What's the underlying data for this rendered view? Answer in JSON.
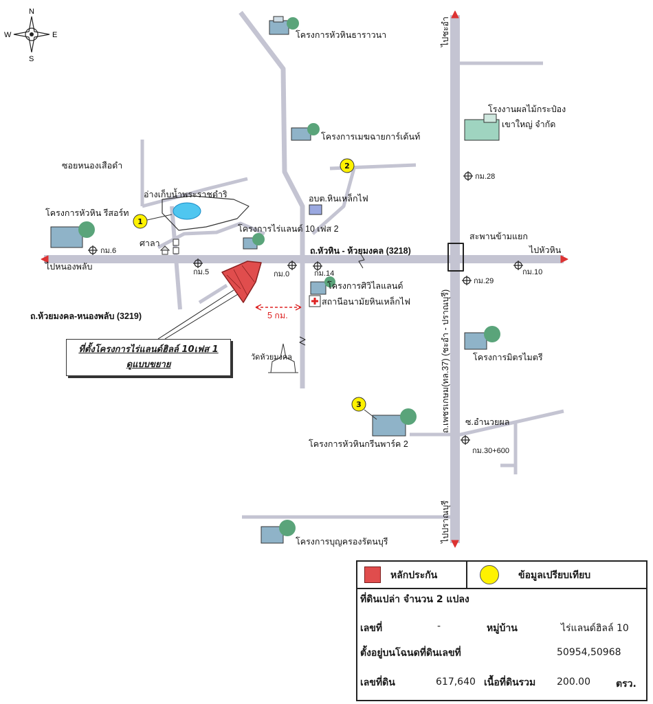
{
  "compass": {
    "n": "N",
    "s": "S",
    "e": "E",
    "w": "W"
  },
  "roads": {
    "main_road": "ถ.หัวหิน - ห้วยมงคล (3218)",
    "secondary_road": "ถ.ห้วยมงคล-หนองพลับ (3219)",
    "highway": "ถ.เพชรเกษม(ทล.37) (ชะอำ - ปราณบุรี)",
    "soi_nongsuea": "ซอยหนองเสือดำ",
    "soi_amnuayphon": "ซ.อำนวยผล"
  },
  "directions": {
    "to_nongphlap": "ไปหนองพลับ",
    "to_huahin": "ไปหัวหิน",
    "to_chaam": "ไปชะอำ",
    "to_pranburi": "ไปปราณบุรี"
  },
  "km_markers": {
    "km0": "กม.0",
    "km5": "กม.5",
    "km6": "กม.6",
    "km10": "กม.10",
    "km14": "กม.14",
    "km28": "กม.28",
    "km29": "กม.29",
    "km30": "กม.30+600"
  },
  "places": {
    "huahin_tharawana": "โครงการหัวหินธาราวนา",
    "mayfair": "โครงการเมฆฉายการ์เด้นท์",
    "cannery_line1": "โรงงานผลไม้กระป๋อง",
    "cannery_line2": "เขาใหญ่ จำกัด",
    "reservoir": "อ่างเก็บน้ำพระราชดำริ",
    "huahin_resort": "โครงการหัวหิน รีสอร์ท",
    "sala": "ศาลา",
    "tambon_office": "อบต.หินเหล็กไฟ",
    "rai_land_phase2": "โครงการไร่แลนด์ 10 เฟส 2",
    "bridge": "สะพานข้ามแยก",
    "civil_land": "โครงการศิวิไลแลนด์",
    "health_station": "สถานีอนามัยหินเหล็กไฟ",
    "distance": "5 กม.",
    "wat": "วัดห้วยมงคล",
    "mitmaitri": "โครงการมิตรไมตรี",
    "green_park": "โครงการหัวหินกรีนพาร์ค 2",
    "boonkrong": "โครงการบุญครองรัตนบุรี"
  },
  "markers": {
    "m1": "1",
    "m2": "2",
    "m3": "3"
  },
  "site_label": {
    "line1": "ที่ตั้งโครงการไร่แลนด์ฮิลล์ 10เฟส 1",
    "line2": "ดูแบบขยาย"
  },
  "legend": {
    "collateral": "หลักประกัน",
    "comparable": "ข้อมูลเปรียบเทียบ",
    "summary": "ที่ดินเปล่า จำนวน 2 แปลง",
    "no_label": "เลขที่",
    "no_value": "-",
    "village_label": "หมู่บ้าน",
    "village_value": "ไร่แลนด์ฮิลล์ 10",
    "deed_label": "ตั้งอยู่บนโฉนดที่ดินเลขที่",
    "deed_value": "50954,50968",
    "land_no_label": "เลขที่ดิน",
    "land_no_value": "617,640",
    "area_label": "เนื้อที่ดินรวม",
    "area_value": "200.00",
    "area_unit": "ตรว."
  },
  "colors": {
    "road": "#c8c8d4",
    "road_edge": "#a8a8b8",
    "collateral": "#e04d4d",
    "marker": "#fff200"
  }
}
